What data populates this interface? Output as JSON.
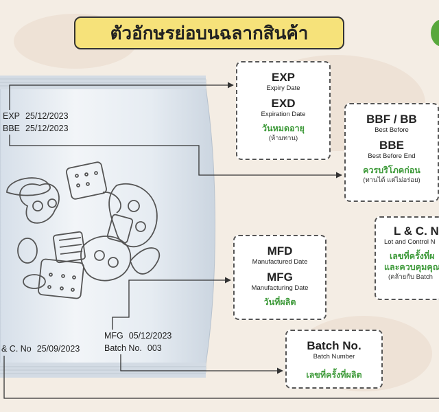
{
  "title": "ตัวอักษรย่อบนฉลากสินค้า",
  "bag": {
    "exp_label": "EXP",
    "exp_value": "25/12/2023",
    "bbe_label": "BBE",
    "bbe_value": "25/12/2023",
    "mfg_label": "MFG",
    "mfg_value": "05/12/2023",
    "batch_label": "Batch No.",
    "batch_value": "003",
    "lc_label": "& C. No",
    "lc_value": "25/09/2023"
  },
  "boxes": {
    "expiry": {
      "code1": "EXP",
      "sub1": "Expiry Date",
      "code2": "EXD",
      "sub2": "Expiration Date",
      "thai": "วันหมดอายุ",
      "note": "(ห้ามทาน)"
    },
    "best_before": {
      "code1": "BBF / BB",
      "sub1": "Best Before",
      "code2": "BBE",
      "sub2": "Best Before End",
      "thai": "ควรบริโภคก่อน",
      "note": "(ทานได้ แต่ไม่อร่อย)"
    },
    "lot_control": {
      "code1": "L & C. N",
      "sub1": "Lot and Control N",
      "thai1": "เลขที่ครั้งที่ผ",
      "thai2": "และควบคุมคุณ",
      "note": "(คล้ายกับ Batch"
    },
    "manufactured": {
      "code1": "MFD",
      "sub1": "Manufactured Date",
      "code2": "MFG",
      "sub2": "Manufacturing Date",
      "thai": "วันที่ผลิต"
    },
    "batch": {
      "code1": "Batch No.",
      "sub1": "Batch Number",
      "thai": "เลขที่ครั้งที่ผลิต"
    }
  },
  "colors": {
    "title_bg": "#f6e27a",
    "thai_green": "#3e9a3a",
    "background": "#f4ede4",
    "bag_fill": "#e4ebf2"
  }
}
